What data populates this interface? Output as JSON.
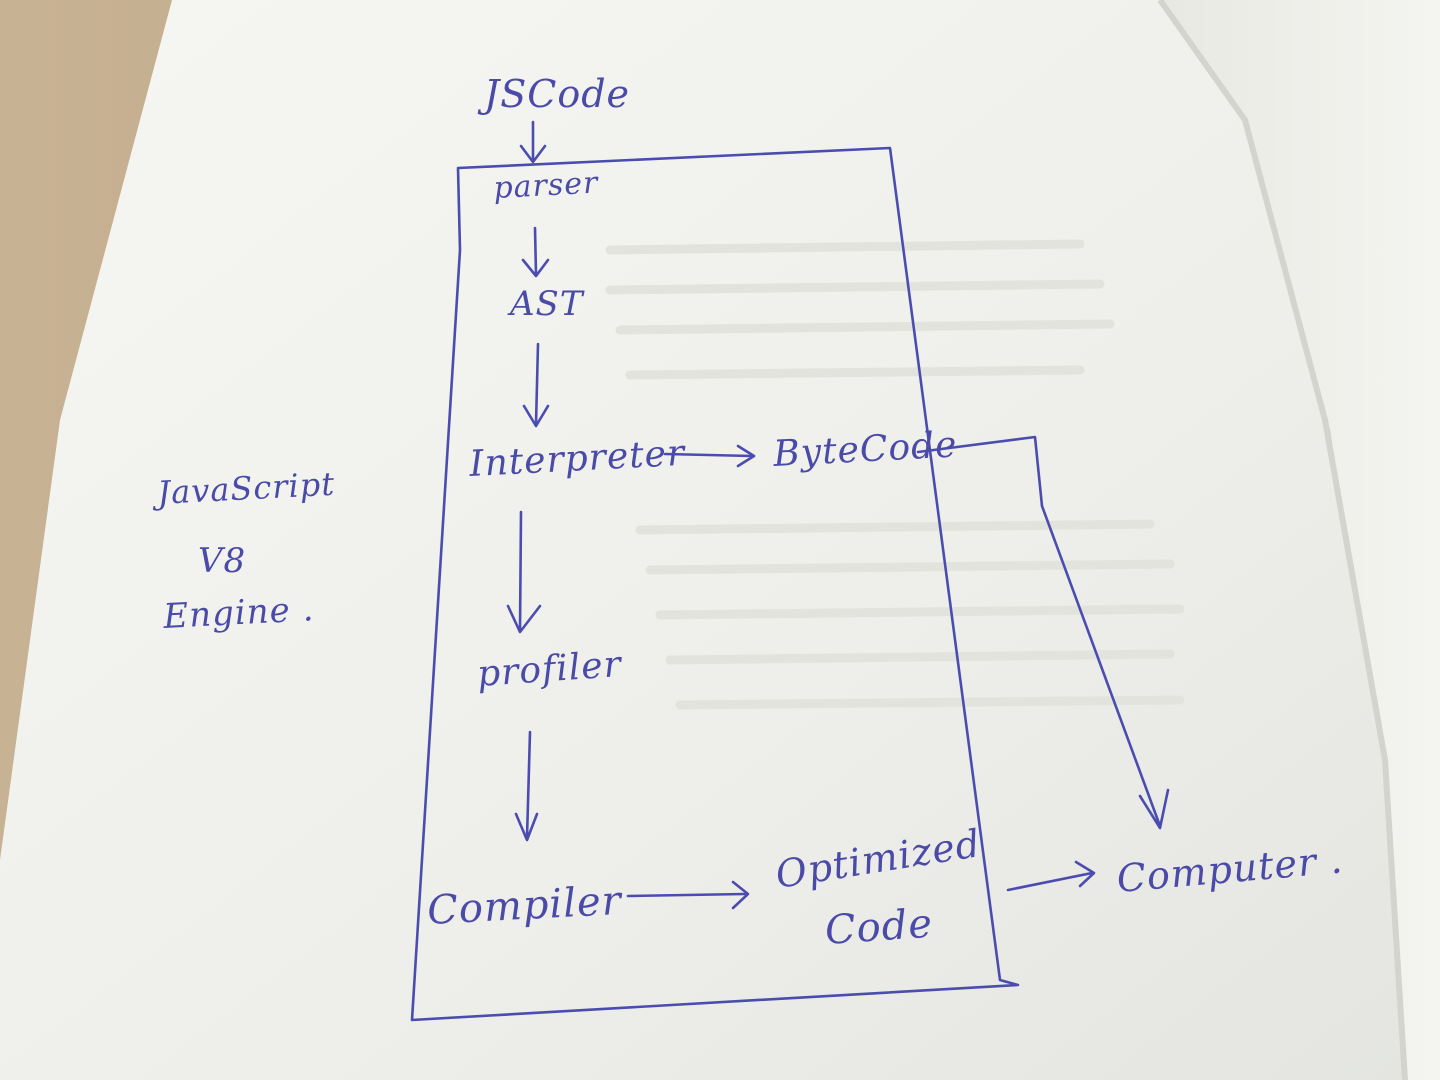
{
  "diagram": {
    "nodes": {
      "js_code": "JSCode",
      "parser": "parser",
      "ast": "AST",
      "interpreter": "Interpreter",
      "bytecode": "ByteCode",
      "profiler": "profiler",
      "compiler": "Compiler",
      "optimized_line1": "Optimized",
      "optimized_line2": "Code",
      "computer": "Computer ."
    },
    "side_label": {
      "line1": "JavaScript",
      "line2": "V8",
      "line3": "Engine ."
    },
    "edges": [
      {
        "from": "js_code",
        "to": "parser"
      },
      {
        "from": "parser",
        "to": "ast"
      },
      {
        "from": "ast",
        "to": "interpreter"
      },
      {
        "from": "interpreter",
        "to": "bytecode"
      },
      {
        "from": "interpreter",
        "to": "profiler"
      },
      {
        "from": "profiler",
        "to": "compiler"
      },
      {
        "from": "compiler",
        "to": "optimized_code"
      },
      {
        "from": "bytecode",
        "to": "computer"
      },
      {
        "from": "optimized_code",
        "to": "computer"
      }
    ]
  },
  "colors": {
    "ink": "#4b4cb0",
    "paper": "#f2f2ee",
    "table": "#c9b59c"
  }
}
